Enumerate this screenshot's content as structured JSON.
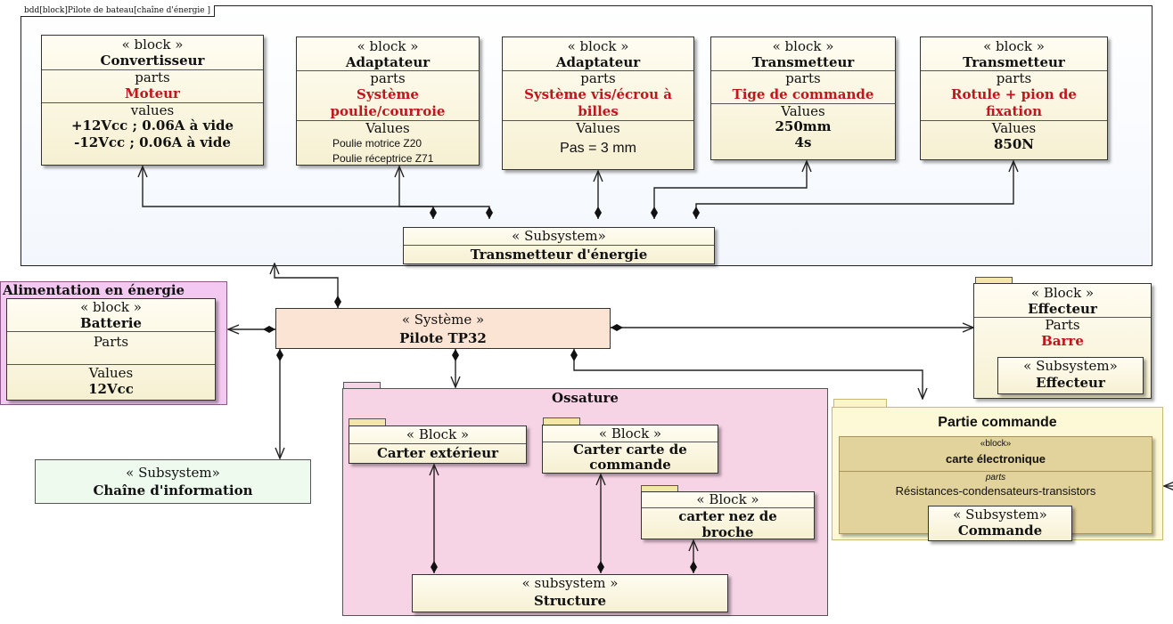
{
  "frame_label": "bdd[block]Pilote de bateau[chaîne d'énergie ]",
  "stereo": {
    "block": "« block »",
    "Block": "« Block »",
    "subsystem_cap": "« Subsystem»",
    "subsystem_low": "« subsystem »",
    "systeme": "« Système »",
    "block_small": "«block»"
  },
  "blocks": {
    "convertisseur": {
      "name": "Convertisseur",
      "parts_label": "parts",
      "part": "Moteur",
      "values_label": "values",
      "values": [
        "+12Vcc ; 0.06A à vide",
        "-12Vcc ; 0.06A à vide"
      ]
    },
    "adaptateur1": {
      "name": "Adaptateur",
      "parts_label": "parts",
      "part": "Système poulie/courroie",
      "values_label": "Values",
      "values": [
        "Poulie motrice Z20",
        "Poulie réceptrice Z71"
      ]
    },
    "adaptateur2": {
      "name": "Adaptateur",
      "parts_label": "parts",
      "part": "Système vis/écrou à billes",
      "values_label": "Values",
      "values": [
        "Pas = 3 mm"
      ]
    },
    "transmetteur1": {
      "name": "Transmetteur",
      "parts_label": "parts",
      "part": "Tige de commande",
      "values_label": "Values",
      "values": [
        "250mm",
        "4s"
      ]
    },
    "transmetteur2": {
      "name": "Transmetteur",
      "parts_label": "parts",
      "part": "Rotule + pion de fixation",
      "values_label": "Values",
      "values": [
        "850N"
      ]
    },
    "transmetteur_energie": {
      "name": "Transmetteur d'énergie"
    },
    "alimentation": {
      "title": "Alimentation en énergie",
      "name": "Batterie",
      "parts_label": "Parts",
      "values_label": "Values",
      "values": [
        "12Vcc"
      ]
    },
    "pilote": {
      "name": "Pilote TP32"
    },
    "effecteur": {
      "name": "Effecteur",
      "parts_label": "Parts",
      "part": "Barre",
      "sub_name": "Effecteur"
    },
    "chaine_info": {
      "name": "Chaîne d'information"
    },
    "ossature": {
      "title": "Ossature"
    },
    "carter_ext": {
      "name": "Carter extérieur"
    },
    "carter_carte": {
      "name": "Carter carte de commande"
    },
    "carter_nez": {
      "name": "carter nez de broche"
    },
    "structure": {
      "name": "Structure"
    },
    "partie_commande": {
      "title": "Partie commande",
      "name": "carte électronique",
      "parts_label": "parts",
      "part": "Résistances-condensateurs-transistors",
      "sub_name": "Commande"
    }
  },
  "colors": {
    "frame_bg": "#f3f7fd",
    "block_fill": "#fffdf2",
    "part_text": "#c0161d",
    "ossature_bg": "#f7d3e6",
    "alim_bg": "#f3c8f1",
    "partie_commande_bg": "#e2d29b",
    "chaine_info_bg": "#eefaee",
    "systeme_bg": "#fbe4d3"
  }
}
